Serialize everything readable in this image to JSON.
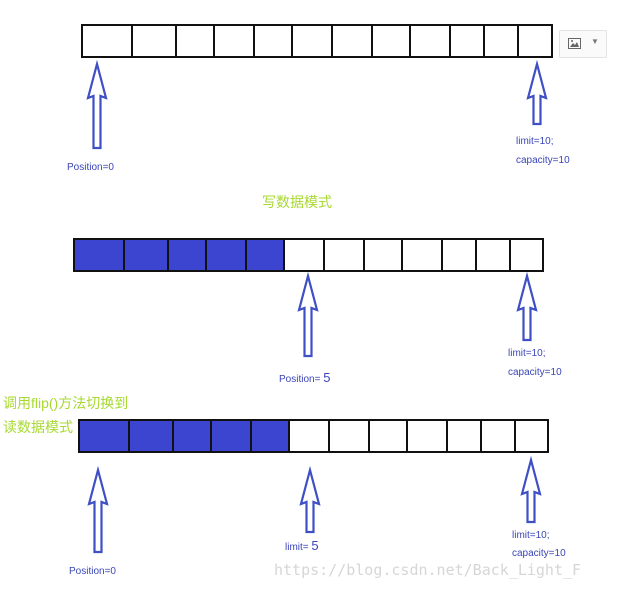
{
  "rows": [
    {
      "filled": 0,
      "total": 12
    },
    {
      "filled": 5,
      "total": 12
    },
    {
      "filled": 5,
      "total": 12
    }
  ],
  "labels": {
    "row1_position": "Position=0",
    "row1_limit": "limit=10;",
    "row1_capacity": "capacity=10",
    "write_mode": "写数据模式",
    "row2_position_prefix": "Position= ",
    "row2_position_value": "5",
    "row2_limit": "limit=10;",
    "row2_capacity": "capacity=10",
    "flip_line1": "调用flip()方法切换到",
    "flip_line2": "读数据模式",
    "row3_position": "Position=0",
    "row3_limit_prefix": "limit= ",
    "row3_limit_value": "5",
    "row3_limit": "limit=10;",
    "row3_capacity": "capacity=10"
  },
  "watermark": "https://blog.csdn.net/Back_Light_F",
  "toolbar": {
    "icon": "image-icon",
    "dropdown_icon": "chevron-down-icon"
  },
  "colors": {
    "filled": "#3b45d0",
    "arrow": "#3f4fc4",
    "border": "#111111",
    "caption": "#a8d932",
    "label": "#3a45b8"
  }
}
